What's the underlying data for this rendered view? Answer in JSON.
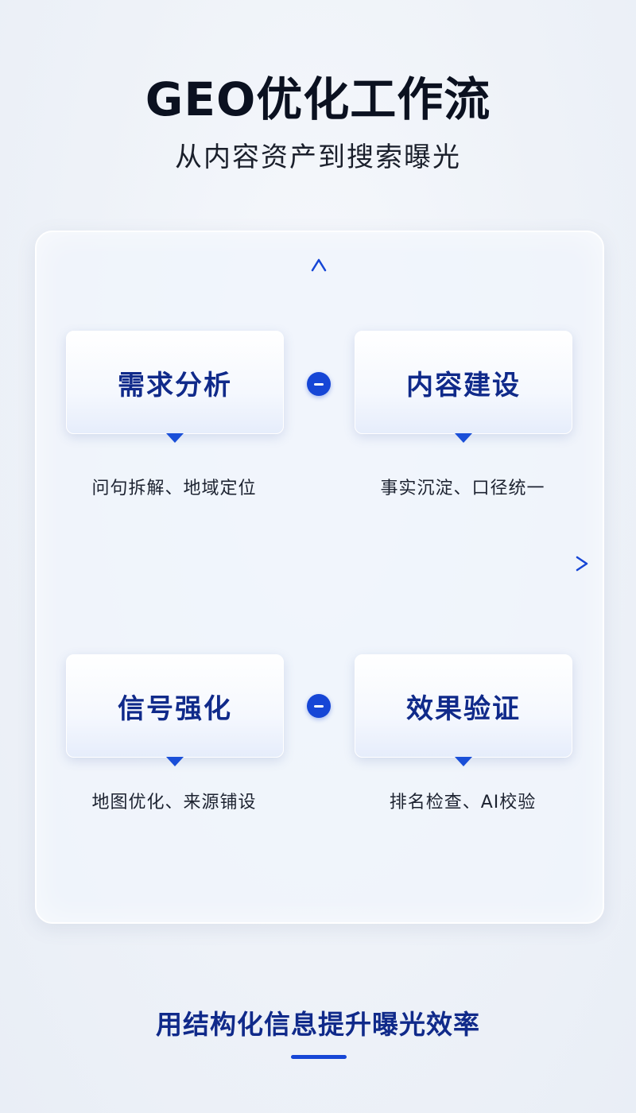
{
  "header": {
    "title": "GEO优化工作流",
    "subtitle": "从内容资产到搜索曝光"
  },
  "quadrants": [
    {
      "label": "需求分析",
      "desc": "问句拆解、地域定位"
    },
    {
      "label": "内容建设",
      "desc": "事实沉淀、口径统一"
    },
    {
      "label": "信号强化",
      "desc": "地图优化、来源铺设"
    },
    {
      "label": "效果验证",
      "desc": "排名检查、AI校验"
    }
  ],
  "footer": {
    "tagline": "用结构化信息提升曝光效率"
  },
  "colors": {
    "accent": "#1646d6",
    "card_text": "#102a8a",
    "title_text": "#0b1120"
  },
  "icons": [
    "minus-dot-icon",
    "arrow-up-icon",
    "arrow-right-icon",
    "pointer-down-icon"
  ]
}
